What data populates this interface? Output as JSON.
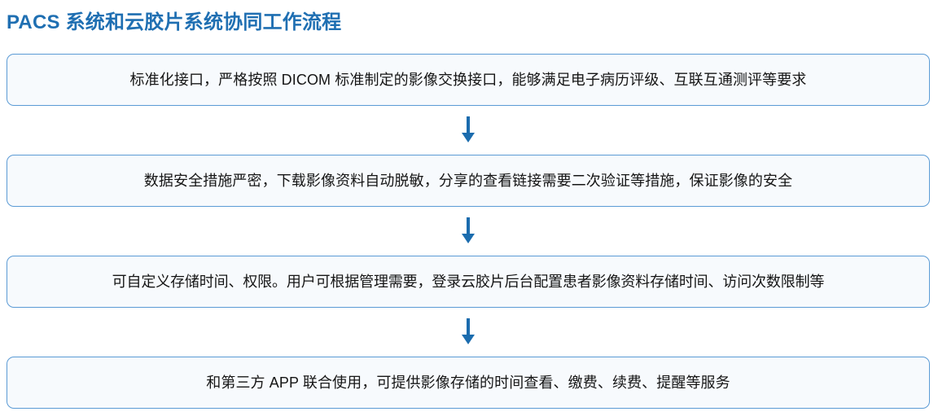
{
  "page": {
    "title": "PACS 系统和云胶片系统协同工作流程",
    "title_color": "#1f6fb2",
    "background_color": "#ffffff"
  },
  "theme": {
    "box_border_color": "#5b9bd5",
    "box_fill_color": "#f7fafd",
    "arrow_color": "#1b6cae",
    "text_color": "#151515"
  },
  "flow": {
    "type": "vertical-flowchart",
    "arrow_icon": "arrow-down-icon",
    "steps": [
      {
        "index": 1,
        "text": "标准化接口，严格按照 DICOM 标准制定的影像交换接口，能够满足电子病历评级、互联互通测评等要求"
      },
      {
        "index": 2,
        "text": "数据安全措施严密，下载影像资料自动脱敏，分享的查看链接需要二次验证等措施，保证影像的安全"
      },
      {
        "index": 3,
        "text": "可自定义存储时间、权限。用户可根据管理需要，登录云胶片后台配置患者影像资料存储时间、访问次数限制等"
      },
      {
        "index": 4,
        "text": "和第三方 APP 联合使用，可提供影像存储的时间查看、缴费、续费、提醒等服务"
      }
    ],
    "connector_count": 3
  }
}
